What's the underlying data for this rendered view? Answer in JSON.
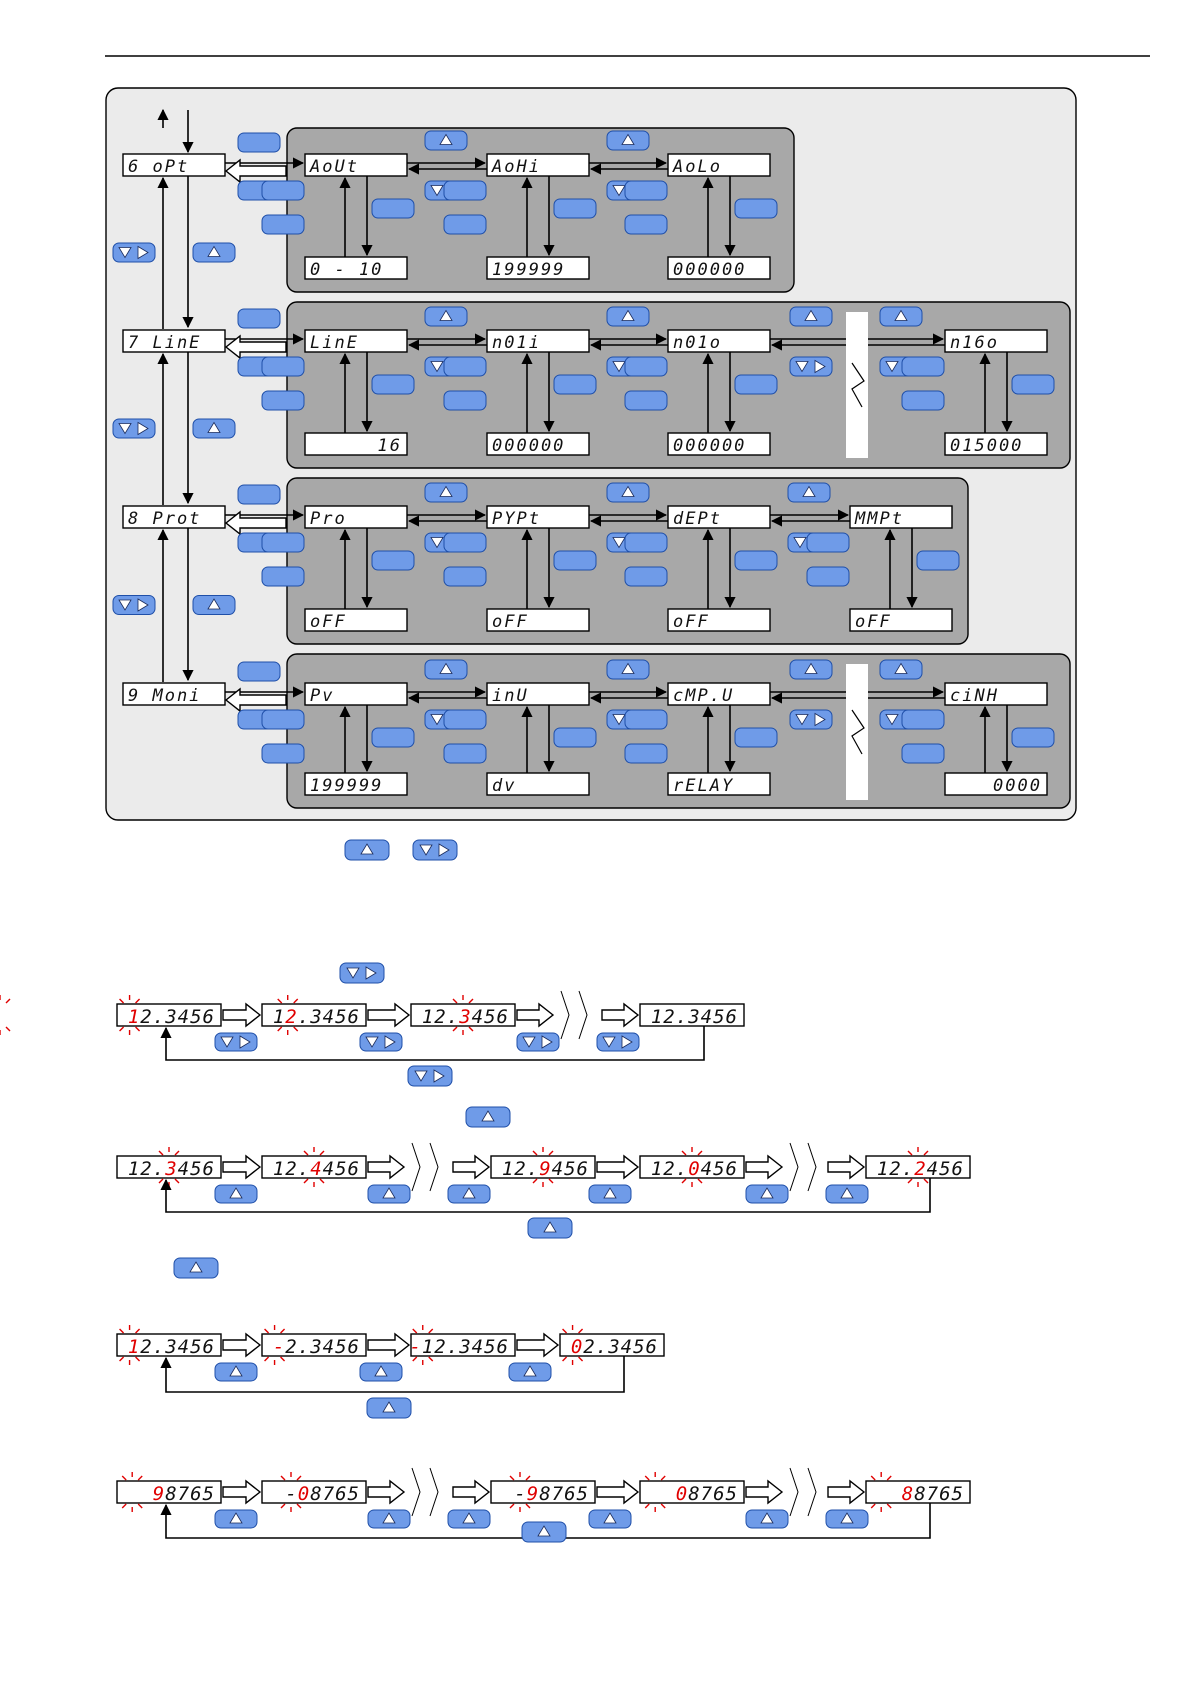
{
  "colors": {
    "panel_bg": "#ebebeb",
    "group_bg": "#a8a8a8",
    "key_fill": "#6f9be8",
    "key_stroke": "#1f4fa8",
    "key_glyph": "#ffffff",
    "lcd_fill": "#ffffff",
    "digit": "#111111",
    "blink": "#e00000"
  },
  "icons": {
    "up_key": "up-triangle-key",
    "down_right_key": "down-right-triangle-key",
    "blank_key": "blank-key",
    "flow_arrow": "hollow-right-arrow",
    "blink_mark": "blink-rays"
  },
  "menu": {
    "groups": [
      {
        "label": "6 oPt",
        "params": [
          {
            "name": "AoUt",
            "value": "0 - 10"
          },
          {
            "name": "AoHi",
            "value": "199999"
          },
          {
            "name": "AoLo",
            "value": "000000"
          }
        ]
      },
      {
        "label": "7 LinE",
        "params": [
          {
            "name": "LinE",
            "value": "16"
          },
          {
            "name": "n01i",
            "value": "000000"
          },
          {
            "name": "n01o",
            "value": "000000"
          },
          {
            "name": "n16o",
            "value": "015000"
          }
        ]
      },
      {
        "label": "8 Prot",
        "params": [
          {
            "name": "Pro",
            "value": "oFF"
          },
          {
            "name": "PYPt",
            "value": "oFF"
          },
          {
            "name": "dEPt",
            "value": "oFF"
          },
          {
            "name": "MMPt",
            "value": "oFF"
          }
        ]
      },
      {
        "label": "9 Moni",
        "params": [
          {
            "name": "Pv",
            "value": "199999"
          },
          {
            "name": "inU",
            "value": "dv"
          },
          {
            "name": "cMP.U",
            "value": "rELAY"
          },
          {
            "name": "ciNH",
            "value": "0000"
          }
        ]
      }
    ]
  },
  "sequences": [
    {
      "steps": [
        "12.3456",
        "12.3456",
        "12.3456",
        "12.3456"
      ],
      "blink": [
        0,
        1,
        2,
        6
      ]
    },
    {
      "steps": [
        "12.3456",
        "12.4456",
        "12.9456",
        "12.0456",
        "12.2456"
      ],
      "blink": [
        2,
        2,
        2,
        2,
        2
      ]
    },
    {
      "steps": [
        "12.3456",
        "-2.3456",
        "-12.3456",
        "02.3456"
      ],
      "blink": [
        0,
        0,
        0,
        0
      ]
    },
    {
      "steps": [
        "98765",
        "-08765",
        "-98765",
        "08765",
        "88765"
      ],
      "blink": [
        0,
        1,
        1,
        0,
        0
      ]
    }
  ]
}
